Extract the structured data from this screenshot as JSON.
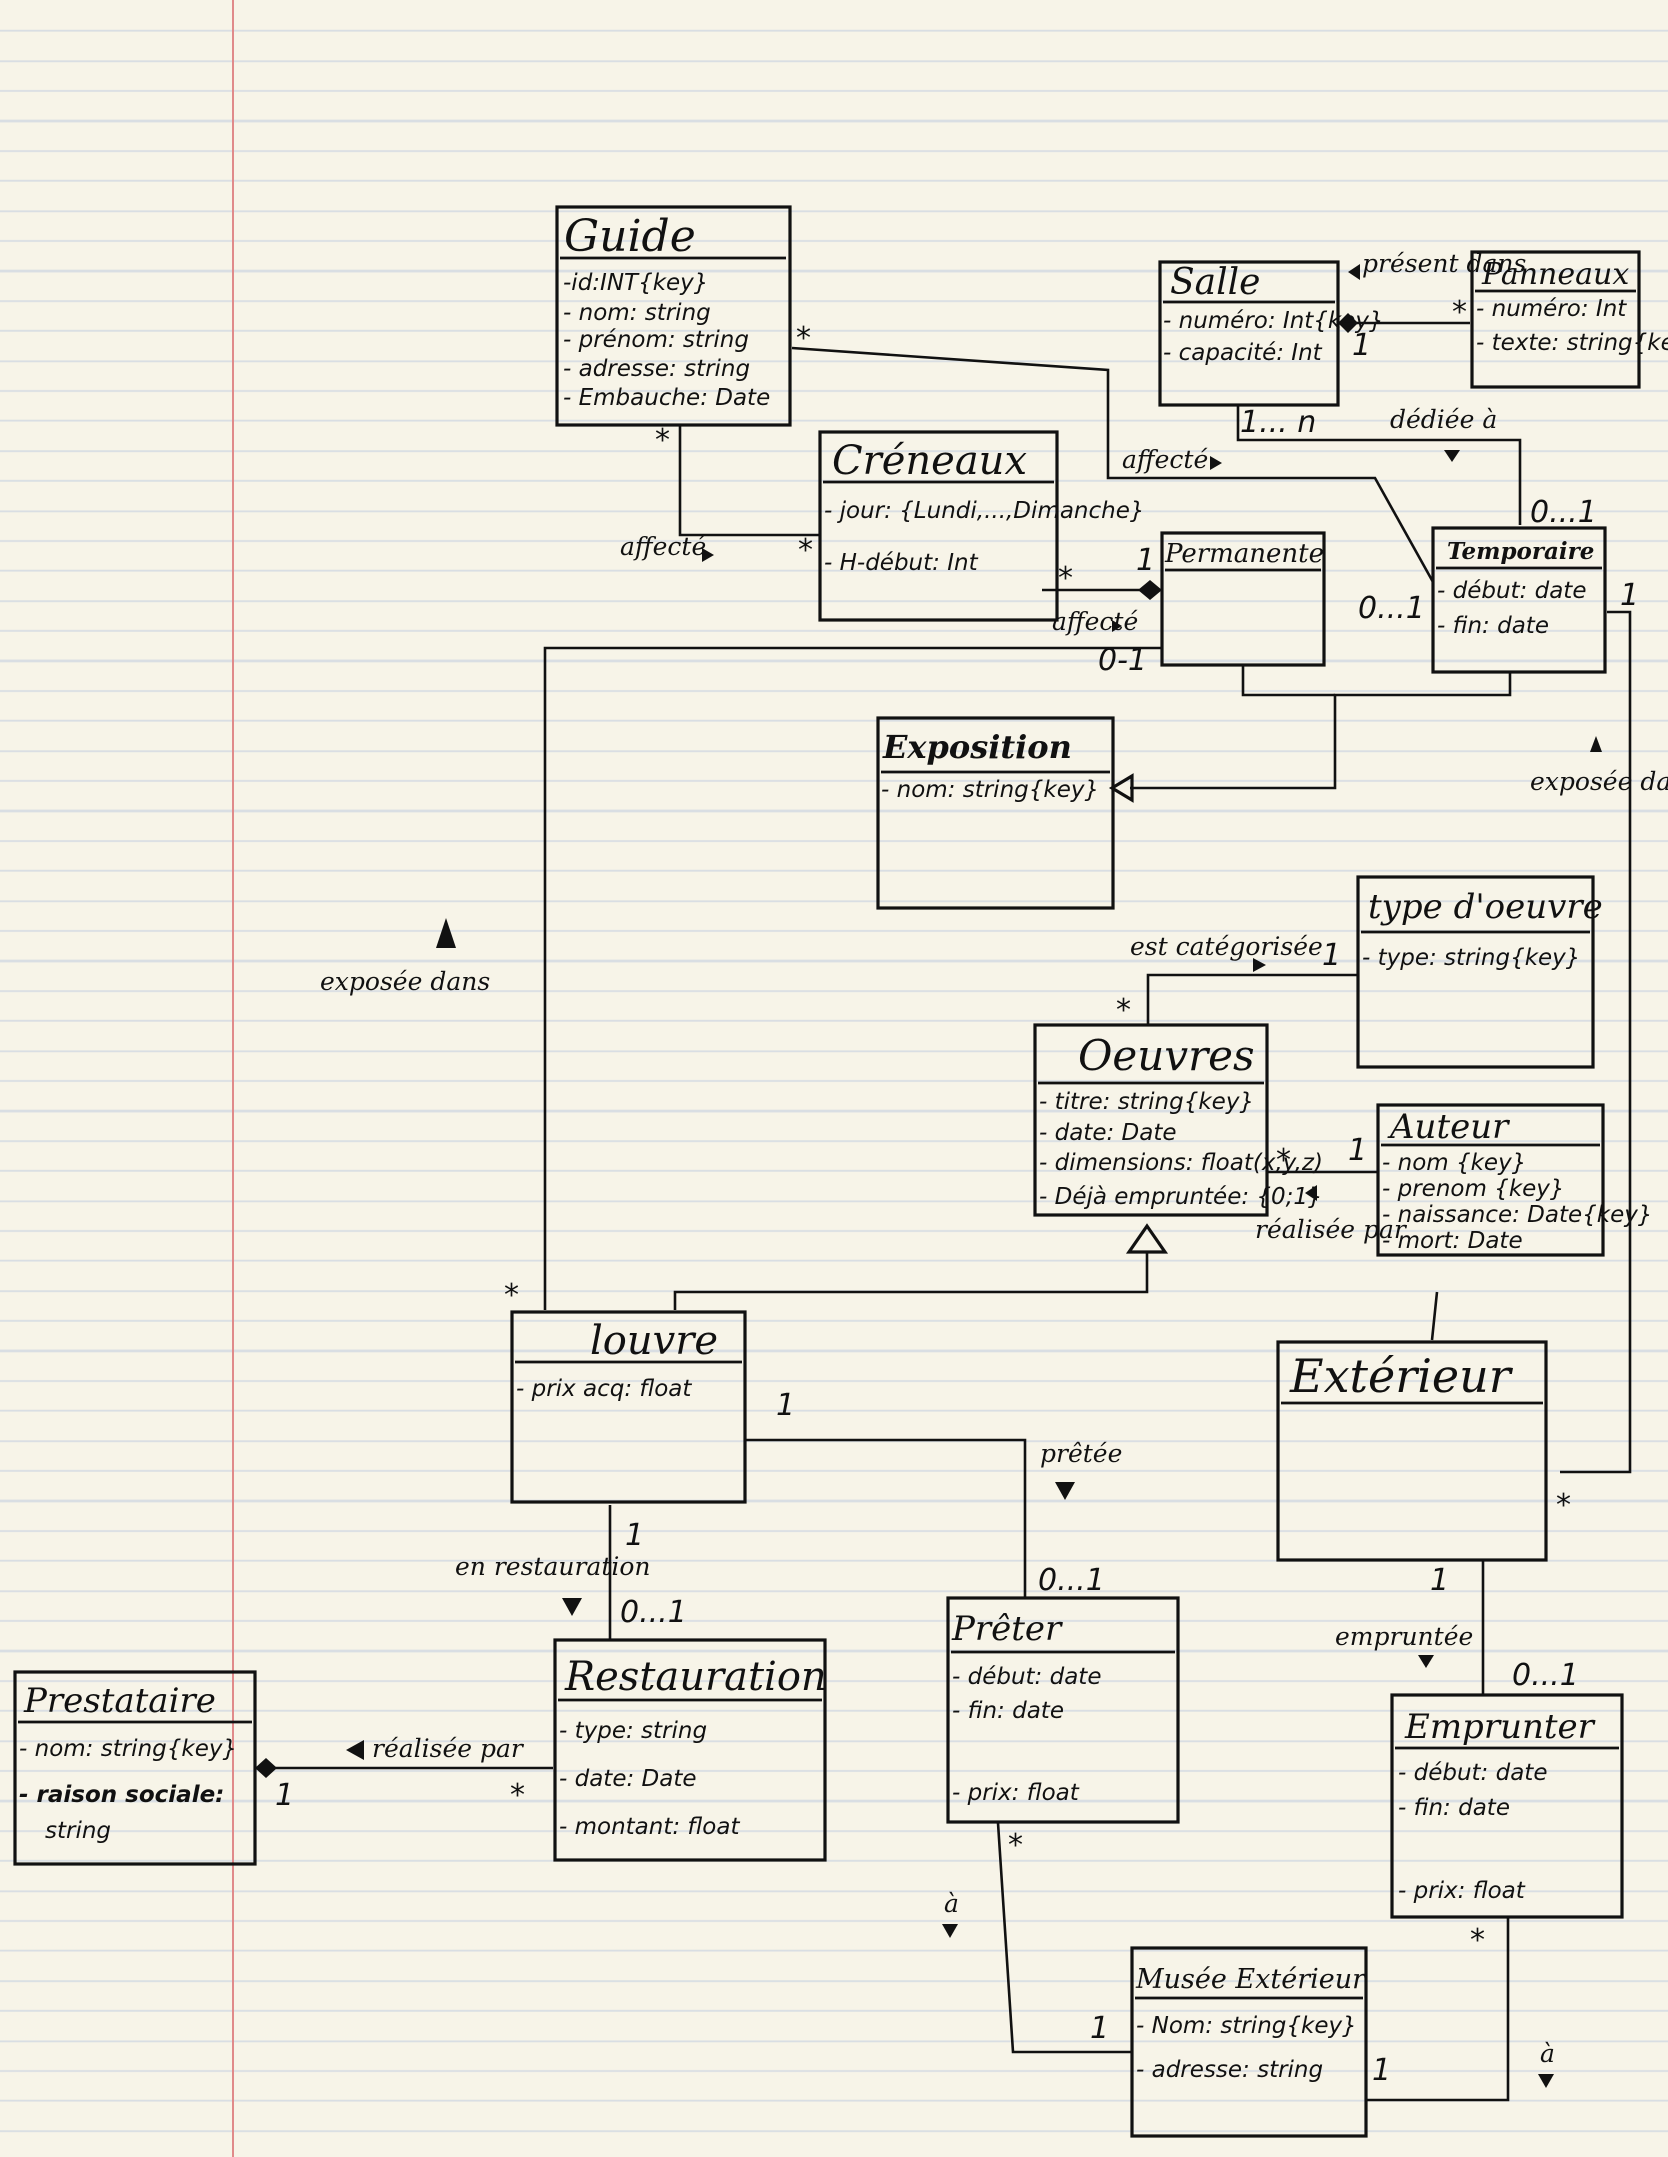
{
  "classes": {
    "guide": {
      "title": "Guide",
      "attrs": [
        "-id:INT{key}",
        "- nom: string",
        "- prénom: string",
        "- adresse: string",
        "- Embauche: Date"
      ]
    },
    "salle": {
      "title": "Salle",
      "attrs": [
        "- numéro: Int{key}",
        "- capacité: Int"
      ]
    },
    "panneaux": {
      "title": "Panneaux",
      "attrs": [
        "- numéro: Int",
        "- texte: string{key}"
      ]
    },
    "creneaux": {
      "title": "Créneaux",
      "attrs": [
        "- jour: {Lundi,...,Dimanche}",
        "- H-début: Int"
      ]
    },
    "permanente": {
      "title": "Permanente",
      "attrs": []
    },
    "temporaire": {
      "title": "Temporaire",
      "attrs": [
        "- début: date",
        "- fin: date"
      ]
    },
    "exposition": {
      "title": "Exposition",
      "attrs": [
        "- nom: string{key}"
      ]
    },
    "type_oeuvre": {
      "title": "type d'oeuvre",
      "attrs": [
        "- type: string{key}"
      ]
    },
    "oeuvres": {
      "title": "Oeuvres",
      "attrs": [
        "- titre: string{key}",
        "- date: Date",
        "- dimensions: float(x,y,z)",
        "- Déjà empruntée: {0;1}"
      ]
    },
    "auteur": {
      "title": "Auteur",
      "attrs": [
        "- nom {key}",
        "- prenom {key}",
        "- naissance: Date{key}",
        "- mort: Date"
      ]
    },
    "louvre": {
      "title": "louvre",
      "attrs": [
        "- prix acq: float"
      ]
    },
    "exterieur": {
      "title": "Extérieur",
      "attrs": []
    },
    "restauration": {
      "title": "Restauration",
      "attrs": [
        "- type: string",
        "- date: Date",
        "- montant: float"
      ]
    },
    "prestataire": {
      "title": "Prestataire",
      "attrs": [
        "- nom: string{key}",
        "- raison sociale:",
        "string"
      ]
    },
    "preter": {
      "title": "Prêter",
      "attrs": [
        "- début: date",
        "- fin: date",
        "- prix: float"
      ]
    },
    "emprunter": {
      "title": "Emprunter",
      "attrs": [
        "- début: date",
        "- fin: date",
        "- prix: float"
      ]
    },
    "musee_exterieur": {
      "title": "Musée Extérieur",
      "attrs": [
        "- Nom: string{key}",
        "- adresse: string"
      ]
    }
  },
  "associations": {
    "present_dans": "présent dans",
    "affecte": "affecté",
    "dediee_a": "dédiée à",
    "exposee_dans": "exposée dans",
    "est_categorisee": "est catégorisée",
    "realisee_par": "réalisée par",
    "pretee": "prêtée",
    "en_restauration": "en restauration",
    "empruntee": "empruntée",
    "a": "à"
  },
  "multiplicities": {
    "star": "*",
    "one": "1",
    "one_to_n": "1... n",
    "zero_one": "0...1",
    "zero_dash_one": "0-1"
  }
}
